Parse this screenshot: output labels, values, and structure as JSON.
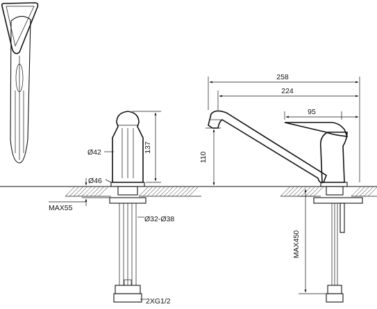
{
  "dimensions": {
    "overall_length": "258",
    "spout_reach": "224",
    "lever_length": "95",
    "spout_height": "110",
    "body_height": "137",
    "body_diameter": "Ø42",
    "base_diameter": "Ø46",
    "max_counter_thickness": "MAX55",
    "hole_diameter_range": "Ø32-Ø38",
    "hose_length_max": "MAX450",
    "hose_connection": "2XG1/2"
  }
}
